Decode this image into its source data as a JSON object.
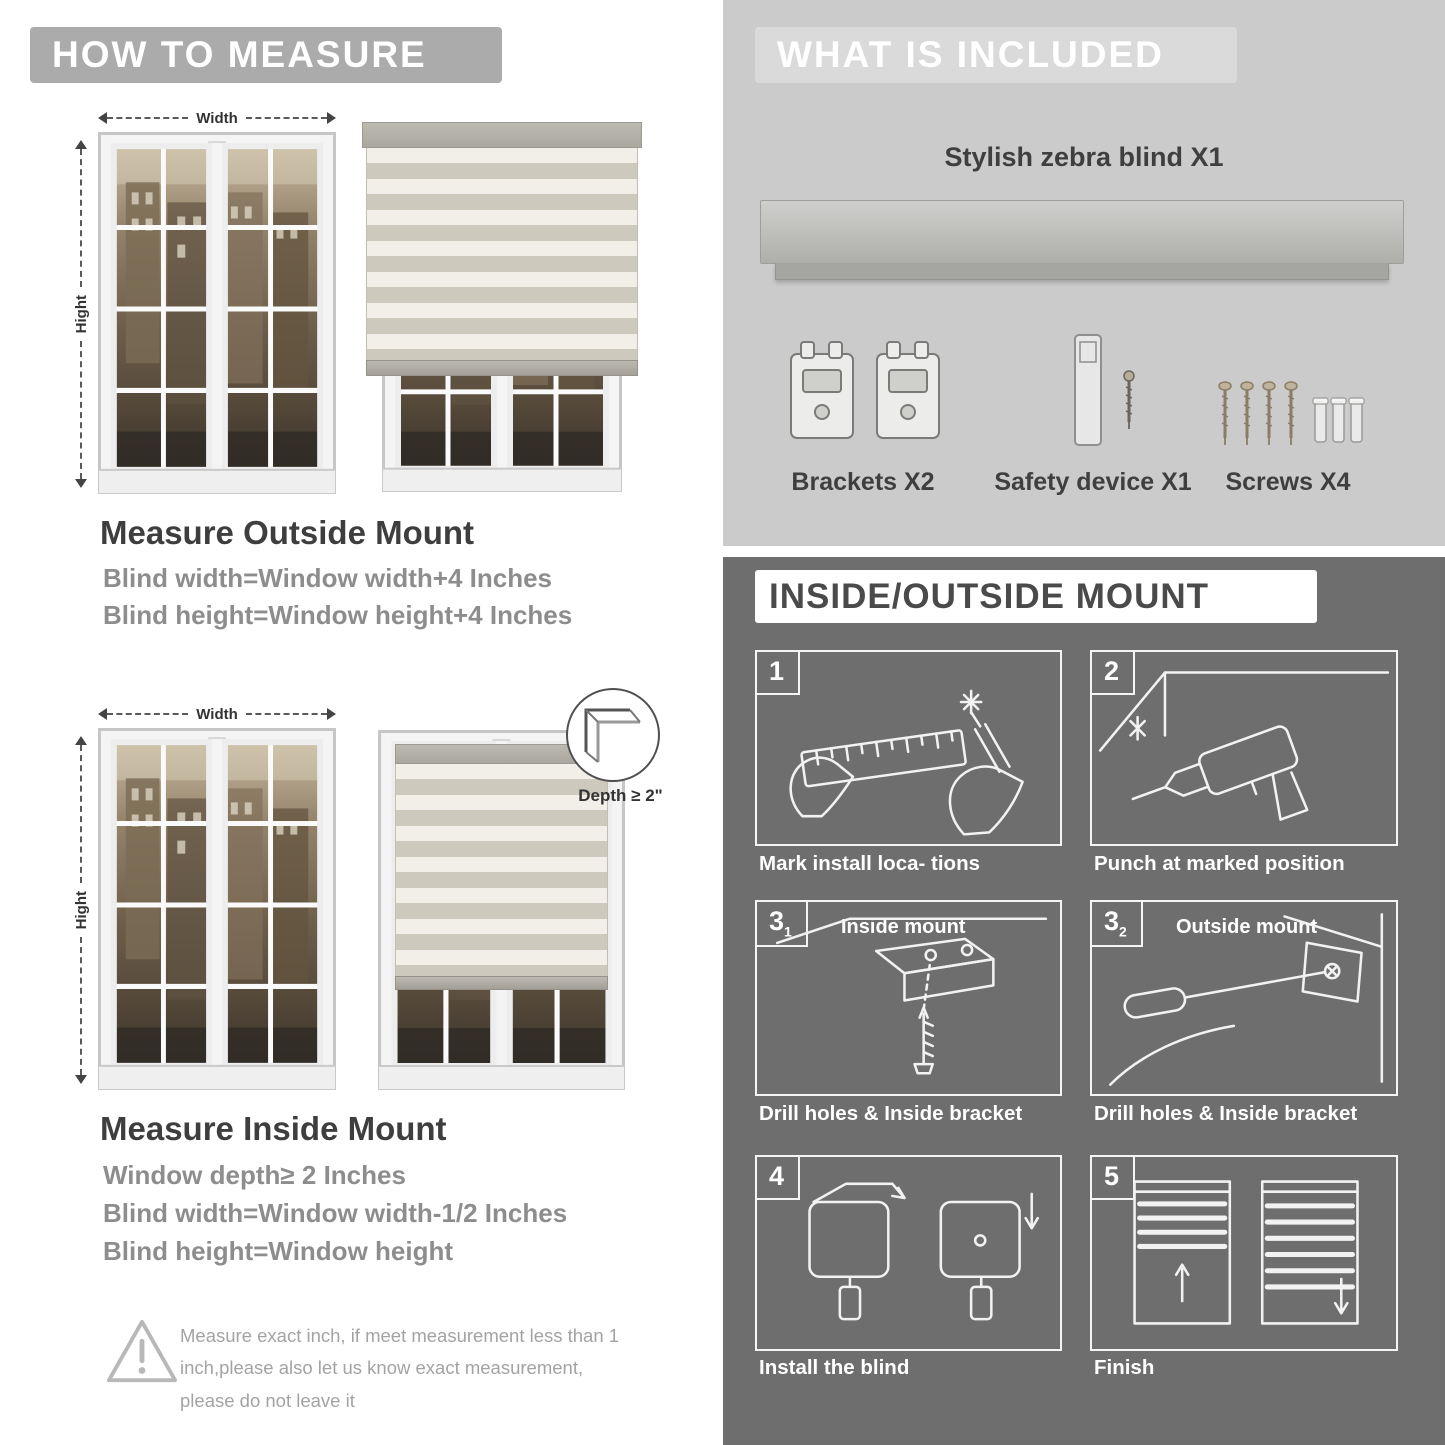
{
  "colors": {
    "banner_gray": "#ababab",
    "included_bg": "#cbcbcb",
    "mount_bg": "#6e6e6e",
    "heading_dark": "#3e3e3e",
    "subtext_gray": "#8d8d8d"
  },
  "left": {
    "header": "HOW TO MEASURE",
    "labels": {
      "width": "Width",
      "height": "Hight"
    },
    "outside": {
      "title": "Measure Outside Mount",
      "line1": "Blind width=Window width+4 Inches",
      "line2": "Blind height=Window height+4 Inches"
    },
    "inside": {
      "title": "Measure Inside Mount",
      "depth_label": "Depth ≥ 2\"",
      "line1": "Window depth≥ 2 Inches",
      "line2": "Blind width=Window width-1/2 Inches",
      "line3": "Blind height=Window height"
    },
    "warning_text": "Measure exact inch, if meet measurement less than 1 inch,please also let us know exact measurement, please do not leave it"
  },
  "included": {
    "header": "WHAT IS INCLUDED",
    "blind_label": "Stylish zebra blind X1",
    "items": [
      {
        "label": "Brackets X2"
      },
      {
        "label": "Safety device X1"
      },
      {
        "label": "Screws X4"
      }
    ]
  },
  "mount": {
    "header": "INSIDE/OUTSIDE MOUNT",
    "steps": [
      {
        "num": "1",
        "caption": "Mark install loca- tions"
      },
      {
        "num": "2",
        "caption": "Punch at  marked position"
      },
      {
        "num": "3",
        "sub": "1",
        "label": "Inside mount",
        "caption": "Drill holes &  Inside bracket"
      },
      {
        "num": "3",
        "sub": "2",
        "label": "Outside mount",
        "caption": "Drill holes &  Inside bracket"
      },
      {
        "num": "4",
        "caption": "Install the blind"
      },
      {
        "num": "5",
        "caption": "Finish"
      }
    ]
  }
}
